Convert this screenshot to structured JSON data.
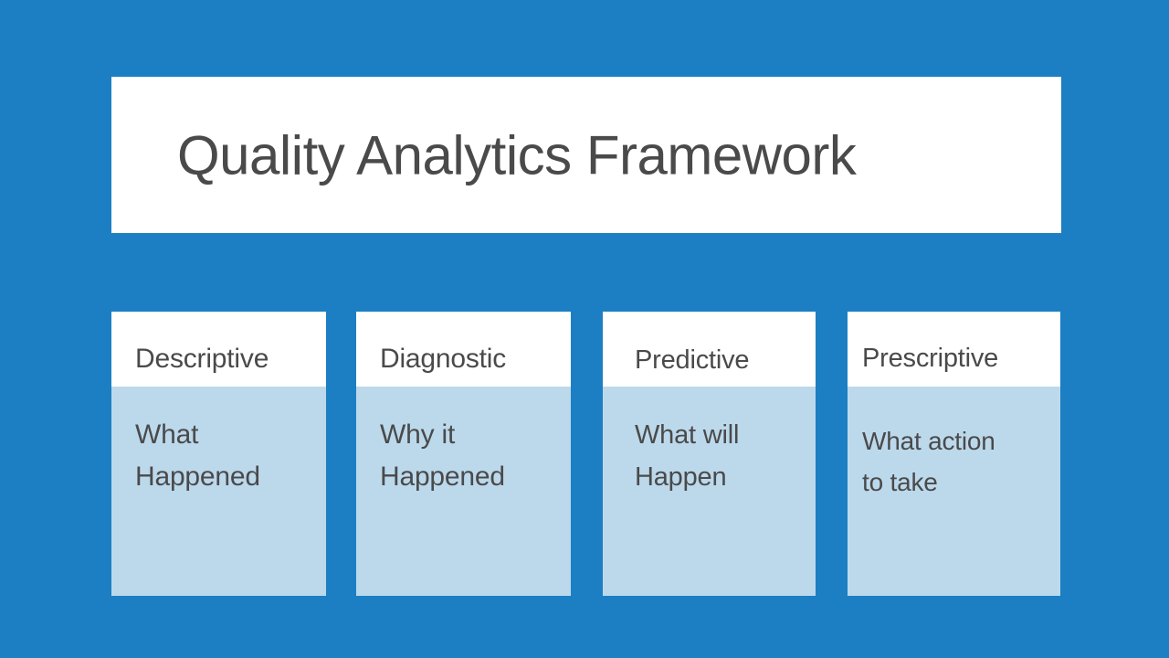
{
  "slide": {
    "background_color": "#1c7fc3",
    "title": {
      "text": "Quality Analytics Framework",
      "color": "#4a4a4a",
      "panel_color": "#ffffff"
    },
    "card_colors": {
      "header_background": "#ffffff",
      "body_background": "#bcd9ec",
      "text": "#4a4a4a"
    },
    "cards": [
      {
        "id": "descriptive",
        "header": "Descriptive",
        "body": "What\nHappened"
      },
      {
        "id": "diagnostic",
        "header": "Diagnostic",
        "body": "Why it\nHappened"
      },
      {
        "id": "predictive",
        "header": "Predictive",
        "body": "What will\nHappen"
      },
      {
        "id": "prescriptive",
        "header": "Prescriptive",
        "body": "What action\nto take"
      }
    ]
  }
}
